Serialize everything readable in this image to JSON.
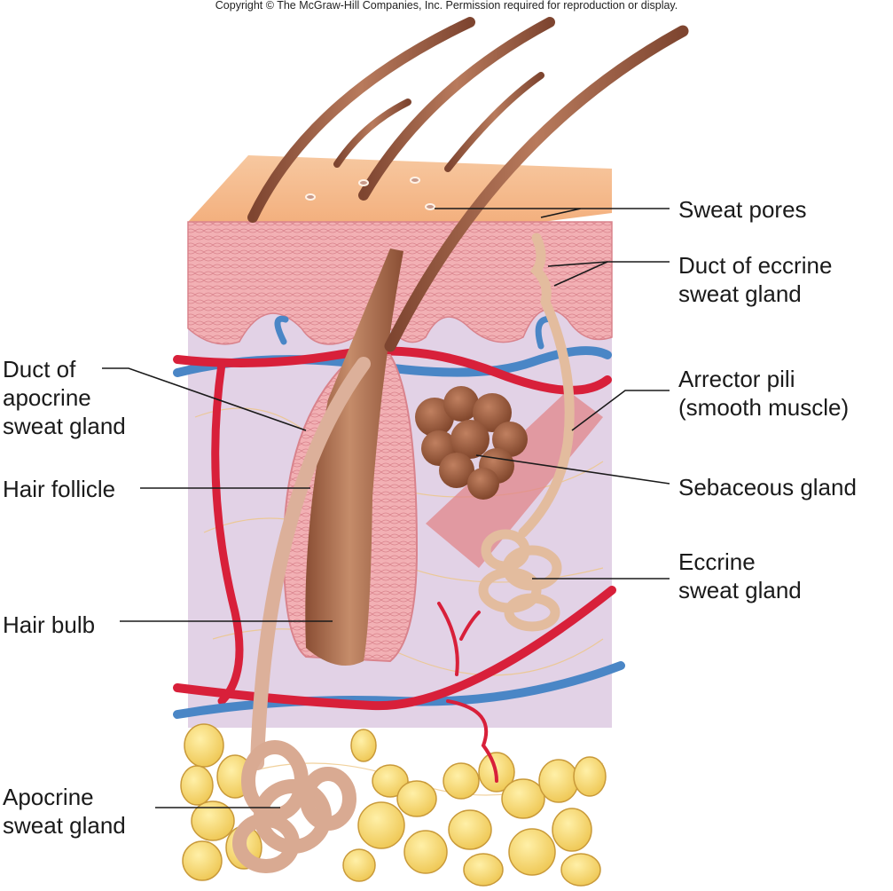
{
  "copyright": "Copyright © The McGraw-Hill Companies, Inc. Permission required for reproduction or display.",
  "figure": {
    "subject": "Cross-section of skin showing hair, glands and vessels",
    "colors": {
      "epidermis_surface": "#f4b98c",
      "dermis_papillary": "#f0a8ac",
      "dermis": "#e0cfe4",
      "hair": "#a8684f",
      "artery": "#d8203a",
      "vein": "#4a86c6",
      "fat": "#f5d468",
      "gland_duct": "#e0b49a",
      "sebaceous": "#9a5a3a",
      "muscle": "#e0868a"
    }
  },
  "labels": {
    "sweat_pores": "Sweat pores",
    "duct_eccrine": "Duct of eccrine\nsweat gland",
    "arrector_pili": "Arrector pili\n(smooth muscle)",
    "sebaceous_gland": "Sebaceous gland",
    "eccrine_gland": "Eccrine\nsweat gland",
    "duct_apocrine": "Duct of\napocrine\nsweat gland",
    "hair_follicle": "Hair follicle",
    "hair_bulb": "Hair bulb",
    "apocrine_gland": "Apocrine\nsweat gland"
  }
}
